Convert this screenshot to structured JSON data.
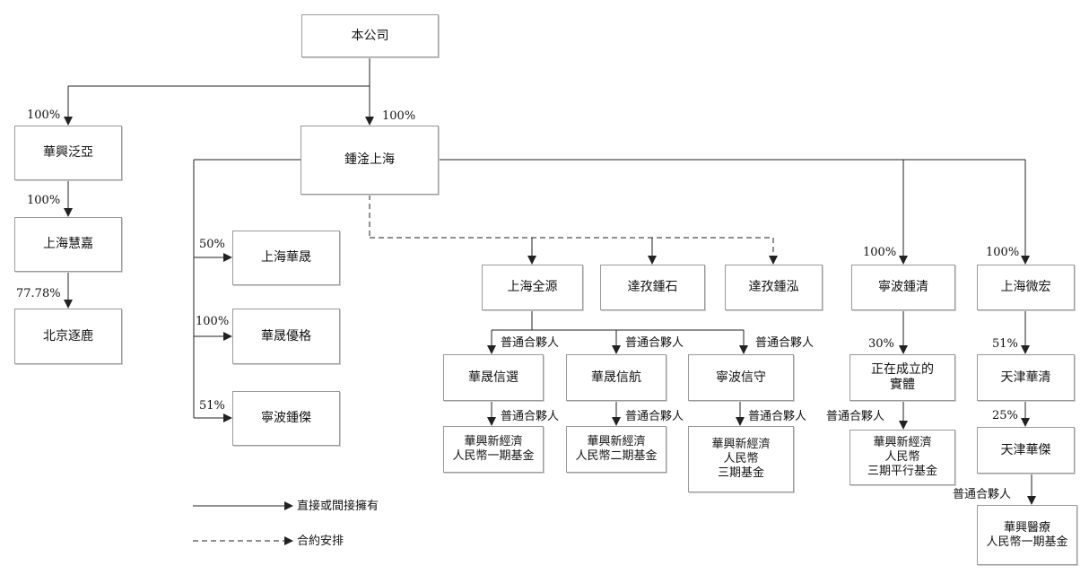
{
  "nodes": {
    "company": "本公司",
    "huaxing_fanya": "華興泛亞",
    "zhongyuan_shanghai": "鍾淦上海",
    "shanghai_huijia": "上海慧嘉",
    "beijing_zhulu": "北京逐鹿",
    "shanghai_huasheng": "上海華晟",
    "huasheng_youge": "華晟優格",
    "ningbo_zhongjie": "寧波鍾傑",
    "shanghai_quanyuan": "上海全源",
    "jianfei_zhongshi": "達孜鍾石",
    "jianfei_zhonghong": "達孜鍾泓",
    "ningbo_zhongqing": "寧波鍾清",
    "shanghai_weihong": "上海微宏",
    "huasheng_xinxuan": "華晟信選",
    "huasheng_xinhang": "華晟信航",
    "ningbo_xinshou": "寧波信守",
    "entity_forming": "正在成立的\n實體",
    "tianjin_huaqing": "天津華清",
    "tianjin_huajie": "天津華傑",
    "fund_1": "華興新經濟\n人民幣一期基金",
    "fund_2": "華興新經濟\n人民幣二期基金",
    "fund_3": "華興新經濟\n人民幣\n三期基金",
    "fund_3_parallel": "華興新經濟\n人民幣\n三期平行基金",
    "medical_fund": "華興醫療\n人民幣一期基金"
  },
  "labels": {
    "pct_fanya": "100%",
    "pct_zhongyuan": "100%",
    "pct_huijia": "100%",
    "pct_zhulu": "77.78%",
    "pct_huasheng": "50%",
    "pct_youge": "100%",
    "pct_zhongjie": "51%",
    "pct_zhongqing": "100%",
    "pct_weihong": "100%",
    "pct_entity": "30%",
    "pct_huaqing": "51%",
    "pct_huajie": "25%",
    "gp_xinxuan": "普通合夥人",
    "gp_xinhang": "普通合夥人",
    "gp_xinshou": "普通合夥人",
    "gp_fund1": "普通合夥人",
    "gp_fund2": "普通合夥人",
    "gp_fund3": "普通合夥人",
    "gp_fund3p": "普通合夥人",
    "gp_medical": "普通合夥人"
  },
  "legend": {
    "solid": "直接或間接擁有",
    "dashed": "合約安排"
  }
}
